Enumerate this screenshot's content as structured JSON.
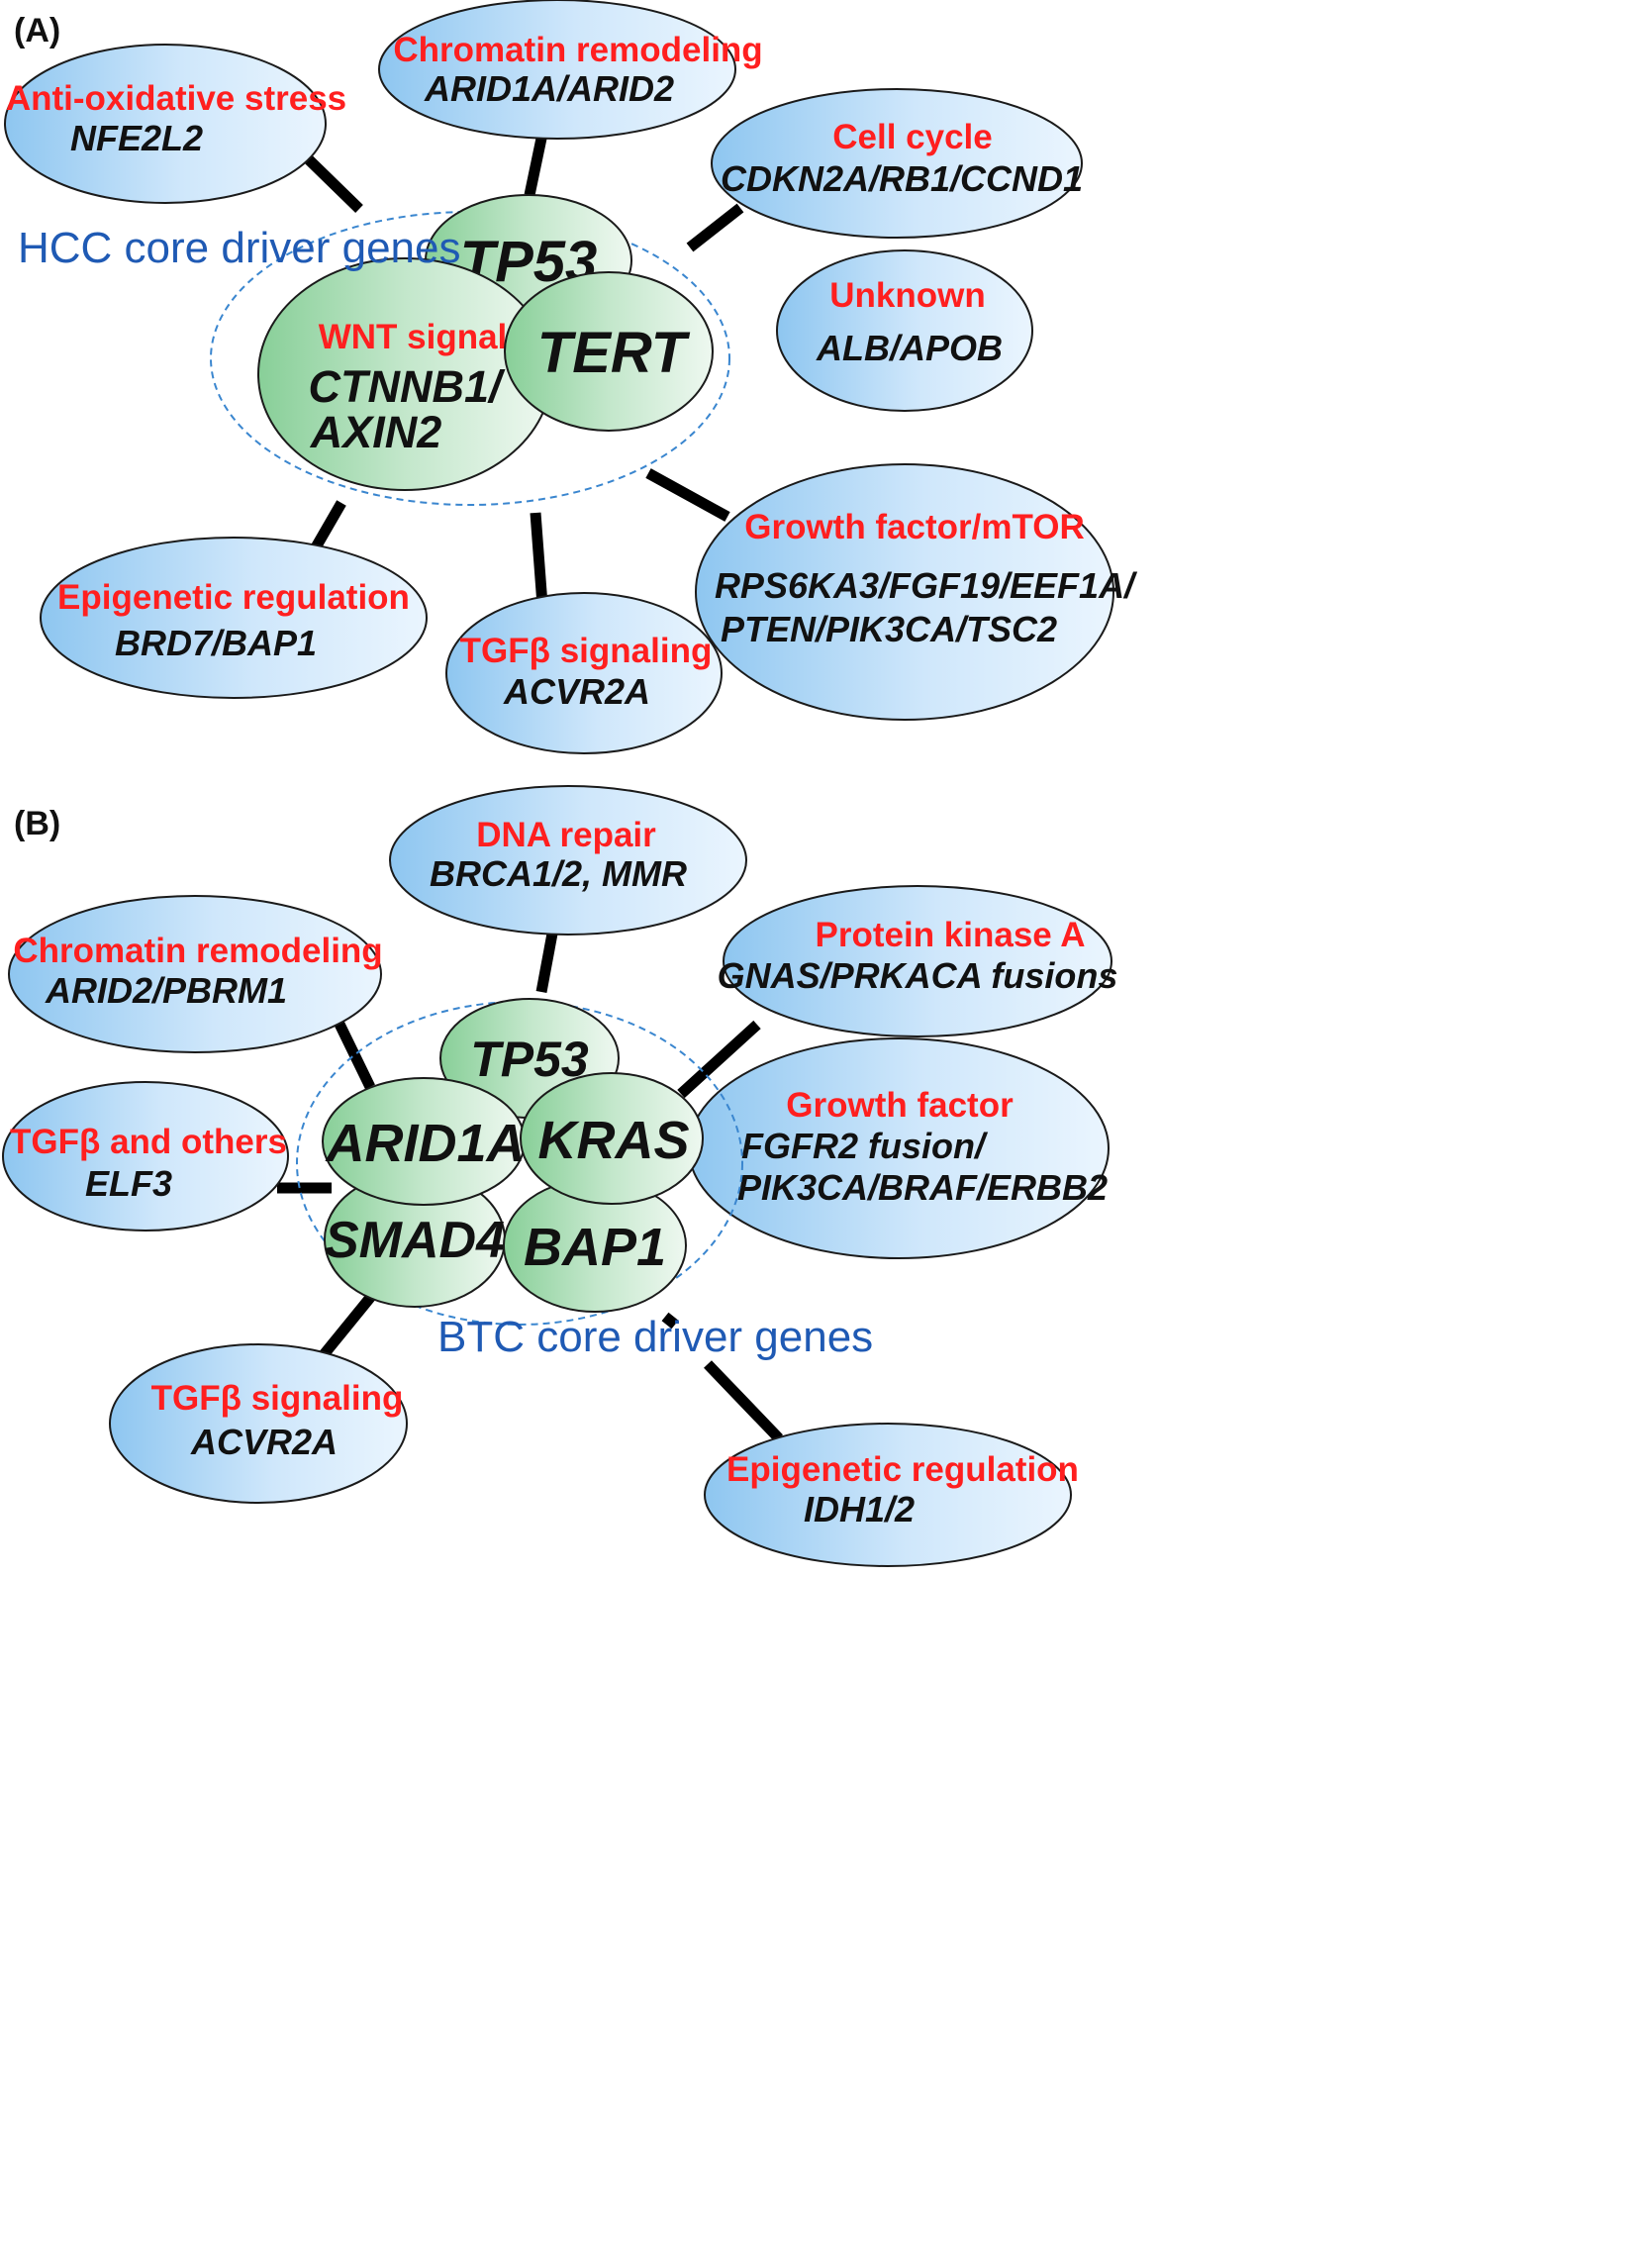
{
  "panel_a": {
    "label": "(A)",
    "core_label": "HCC core driver genes",
    "core": {
      "tp53": "TP53",
      "tert": "TERT",
      "wnt_category": "WNT signal",
      "wnt_gene_line1": "CTNNB1/",
      "wnt_gene_line2": "AXIN2"
    },
    "satellites": {
      "anti_oxidative": {
        "category": "Anti-oxidative stress",
        "genes": "NFE2L2"
      },
      "chromatin": {
        "category": "Chromatin remodeling",
        "genes": "ARID1A/ARID2"
      },
      "cell_cycle": {
        "category": "Cell  cycle",
        "genes": "CDKN2A/RB1/CCND1"
      },
      "unknown": {
        "category": "Unknown",
        "genes": "ALB/APOB"
      },
      "growth": {
        "category": "Growth factor/mTOR",
        "genes_line1": "RPS6KA3/FGF19/EEF1A/",
        "genes_line2": "PTEN/PIK3CA/TSC2"
      },
      "tgfb": {
        "category": "TGFβ signaling",
        "genes": "ACVR2A"
      },
      "epigenetic": {
        "category": "Epigenetic regulation",
        "genes": "BRD7/BAP1"
      }
    }
  },
  "panel_b": {
    "label": "(B)",
    "core_label": "BTC core driver genes",
    "core": {
      "tp53": "TP53",
      "arid1a": "ARID1A",
      "kras": "KRAS",
      "smad4": "SMAD4",
      "bap1": "BAP1"
    },
    "satellites": {
      "dna_repair": {
        "category": "DNA repair",
        "genes": "BRCA1/2, MMR"
      },
      "chromatin": {
        "category": "Chromatin remodeling",
        "genes": "ARID2/PBRM1"
      },
      "pka": {
        "category": "Protein kinase A",
        "genes": "GNAS/PRKACA fusions"
      },
      "growth": {
        "category": "Growth factor",
        "genes_line1": "FGFR2 fusion/",
        "genes_line2": "PIK3CA/BRAF/ERBB2"
      },
      "tgfb_others": {
        "category": "TGFβ and others",
        "genes": "ELF3"
      },
      "tgfb": {
        "category": "TGFβ signaling",
        "genes": "ACVR2A"
      },
      "epigenetic": {
        "category": "Epigenetic regulation",
        "genes": "IDH1/2"
      }
    }
  },
  "colors": {
    "category_text": "#ff1f1f",
    "core_label_text": "#1f5ab4",
    "satellite_fill_edge": "#99ccf2",
    "satellite_fill_center": "#dff0fd",
    "core_fill_edge": "#8fd29f",
    "core_fill_center": "#e6f5e9",
    "connector": "#000000",
    "dashed_outline": "#3a86cf"
  }
}
